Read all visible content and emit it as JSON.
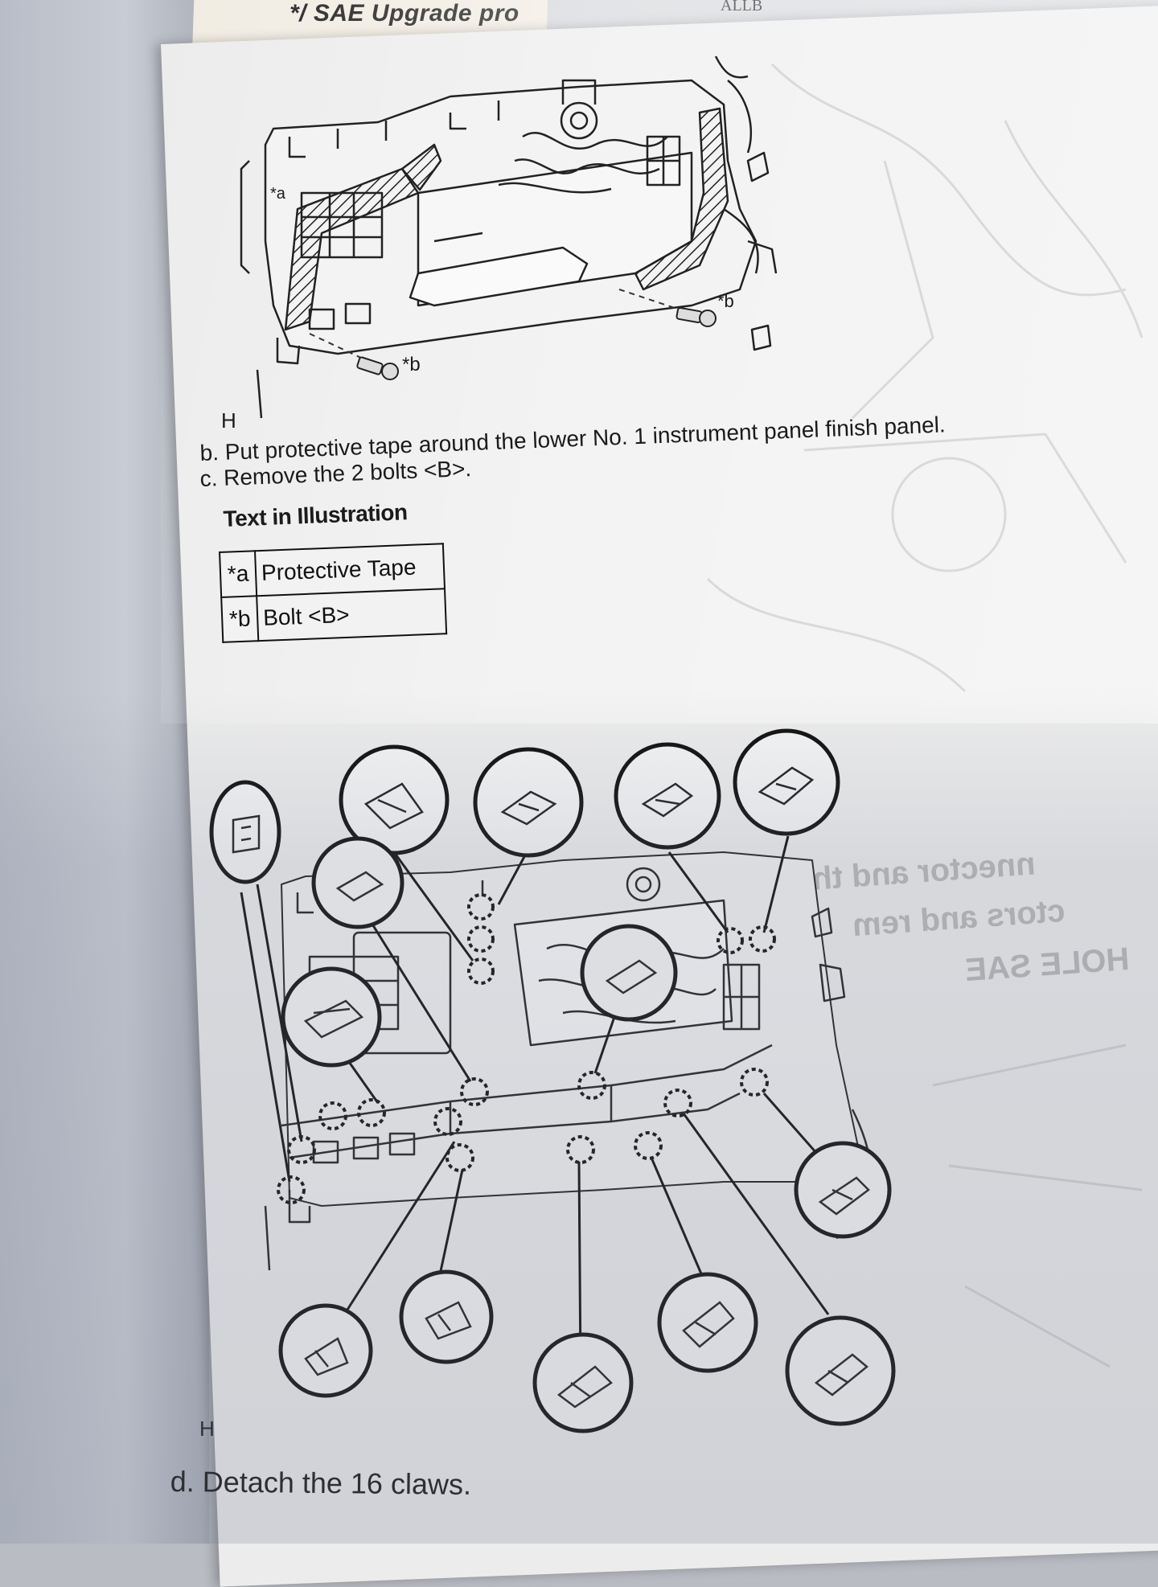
{
  "header": {
    "tab_label": "*/ SAE Upgrade pro",
    "corner_text": "ALLB"
  },
  "figure1": {
    "callout_a": "*a",
    "callout_b_left": "*b",
    "callout_b_right": "*b",
    "section_mark": "H"
  },
  "steps": {
    "b": "b. Put protective tape around the lower No. 1 instrument panel finish panel.",
    "c": "c. Remove the 2 bolts <B>.",
    "caption": "Text in Illustration"
  },
  "legend": {
    "rows": [
      {
        "key": "*a",
        "value": "Protective Tape"
      },
      {
        "key": "*b",
        "value": "Bolt <B>"
      }
    ]
  },
  "figure2": {
    "section_mark": "H",
    "claw_count": 16
  },
  "step_d": "d. Detach the 16 claws.",
  "bleed_through": {
    "line1": "nnector and th",
    "line2": "ctors and rem",
    "line3": "HOLE SAE"
  }
}
